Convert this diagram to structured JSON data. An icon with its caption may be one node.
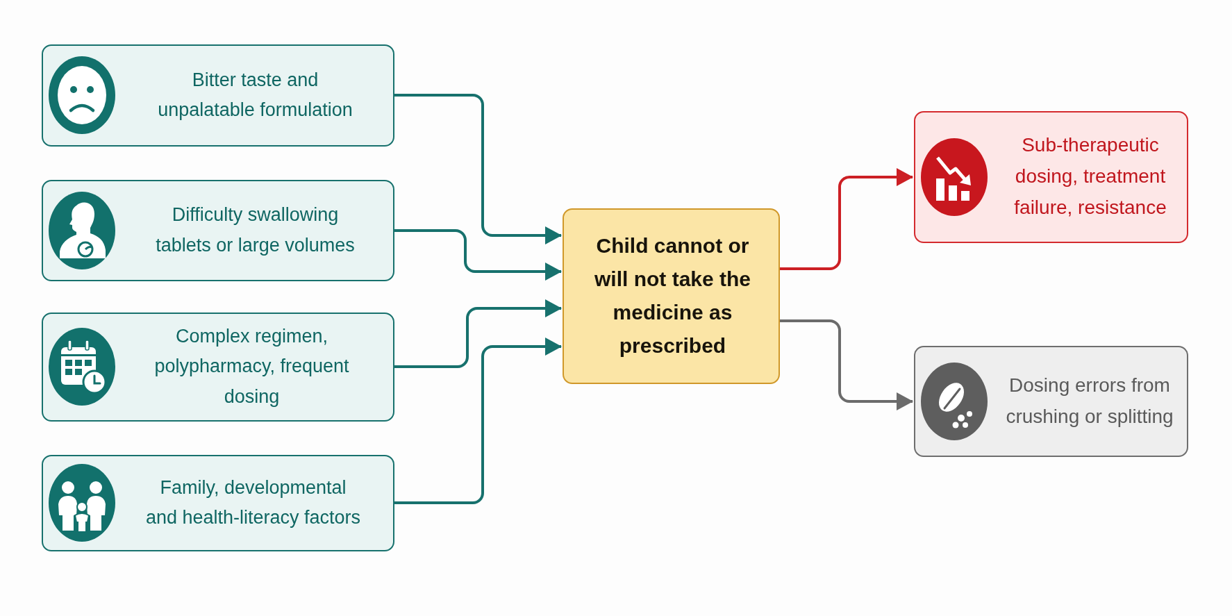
{
  "diagram": {
    "nodes": [
      {
        "text": [
          "Bitter taste and unpalatable formulation"
        ]
      },
      {
        "text": [
          "Difficulty swallowing tablets or large volumes"
        ]
      },
      {
        "text": [
          "Complex regimen, polypharmacy, frequent dosing"
        ]
      },
      {
        "text": [
          "Family, developmental and health-literacy factors"
        ]
      },
      {
        "text": [
          "Child cannot or will not take the medicine as prescribed"
        ]
      },
      {
        "text": [
          "Sub-therapeutic dosing, treatment failure, resistance"
        ]
      },
      {
        "text": [
          "Dosing errors from crushing or splitting"
        ]
      }
    ],
    "edges": [
      {
        "from": 0,
        "to": 4,
        "arrow": "to"
      },
      {
        "from": 1,
        "to": 4,
        "arrow": "to"
      },
      {
        "from": 2,
        "to": 4,
        "arrow": "to"
      },
      {
        "from": 3,
        "to": 4,
        "arrow": "to"
      },
      {
        "from": 4,
        "to": 5,
        "arrow": "to",
        "color": "#cc1f24"
      },
      {
        "from": 4,
        "to": 6,
        "arrow": "to",
        "color": "#6b6b6b"
      }
    ]
  }
}
